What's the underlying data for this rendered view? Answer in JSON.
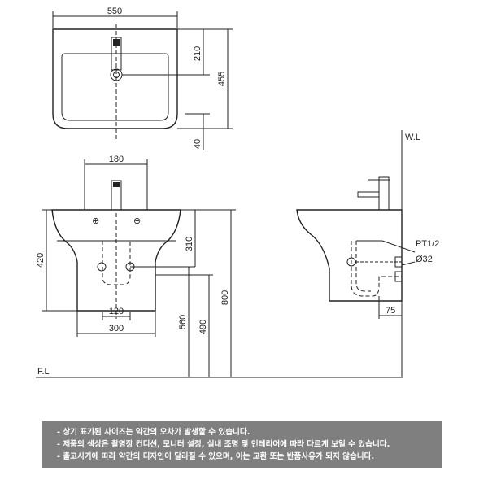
{
  "dimensions": {
    "top_width": "550",
    "top_depth": "455",
    "top_tap_offset": "210",
    "top_back_gap": "40",
    "front_tap_spacing": "180",
    "front_height": "420",
    "front_pedestal_width": "300",
    "front_trap_spacing": "120",
    "front_drain_height": "310",
    "front_outlet_height": "560",
    "front_bracket_height": "490",
    "front_total_height": "800",
    "side_thread": "PT1/2",
    "side_pipe": "Ø32",
    "side_wall_offset": "75"
  },
  "labels": {
    "wall_line": "W.L",
    "floor_line": "F.L"
  },
  "notes": [
    "- 상기 표기된 사이즈는 약간의 오차가 발생할 수 있습니다.",
    "- 제품의 색상은 촬영장 컨디션, 모니터 설정, 실내 조명 및 인테리어에 따라 다르게 보일 수 있습니다.",
    "- 출고시기에 따라 약간의 디자인이 달라질 수 있으며, 이는 교환 또는 반품사유가 되지 않습니다."
  ]
}
